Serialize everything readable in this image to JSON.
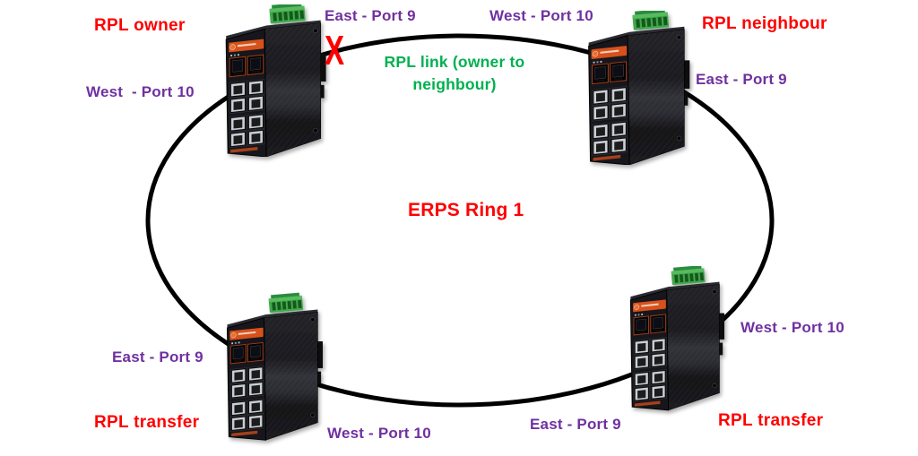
{
  "diagram": {
    "ring_name": "ERPS Ring 1",
    "rpl_link_label": "RPL link (owner to\nneighbour)",
    "break_mark": "X"
  },
  "nodes": [
    {
      "role": "RPL owner",
      "east": "East - Port 9",
      "west": "West  - Port 10"
    },
    {
      "role": "RPL neighbour",
      "east": "East - Port 9",
      "west": "West - Port 10"
    },
    {
      "role": "RPL transfer",
      "east": "East - Port 9",
      "west": "West - Port 10"
    },
    {
      "role": "RPL transfer",
      "east": "East - Port 9",
      "west": "West - Port 10"
    }
  ],
  "colors": {
    "role_text": "#FF0000",
    "port_text": "#7030A0",
    "link_text": "#00B050",
    "ring_stroke": "#000000",
    "ring_fill": "#FFFFFF"
  }
}
